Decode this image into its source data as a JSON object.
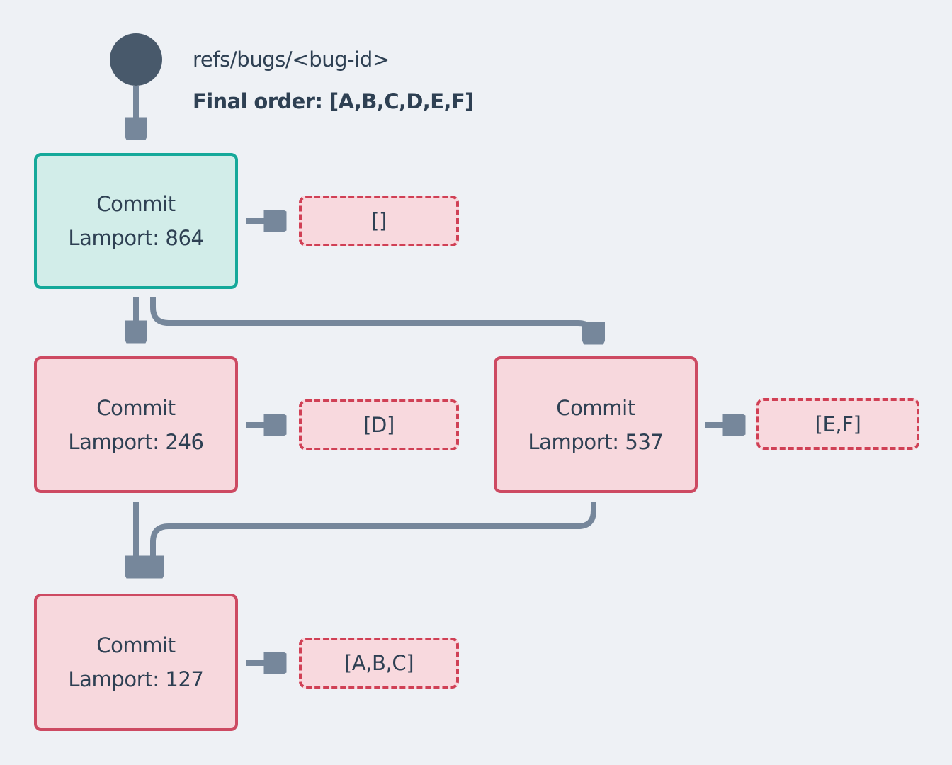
{
  "colors": {
    "background": "#eef1f5",
    "text": "#2e4053",
    "arrow": "#76879b",
    "ref_circle": "#48596b",
    "resolved_border": "#15a99a",
    "resolved_fill": "#d2ede9",
    "unresolved_border": "#cd4a62",
    "payload_border": "#d04055",
    "payload_fill": "#f8d9de"
  },
  "header": {
    "ref_label": "refs/bugs/<bug-id>",
    "final_order_label": "Final order: [A,B,C,D,E,F]"
  },
  "commits": [
    {
      "title": "Commit",
      "lamport": "Lamport: 864",
      "payload": "[]",
      "variant": "teal"
    },
    {
      "title": "Commit",
      "lamport": "Lamport: 246",
      "payload": "[D]",
      "variant": "pink"
    },
    {
      "title": "Commit",
      "lamport": "Lamport: 537",
      "payload": "[E,F]",
      "variant": "pink"
    },
    {
      "title": "Commit",
      "lamport": "Lamport: 127",
      "payload": "[A,B,C]",
      "variant": "pink"
    }
  ]
}
